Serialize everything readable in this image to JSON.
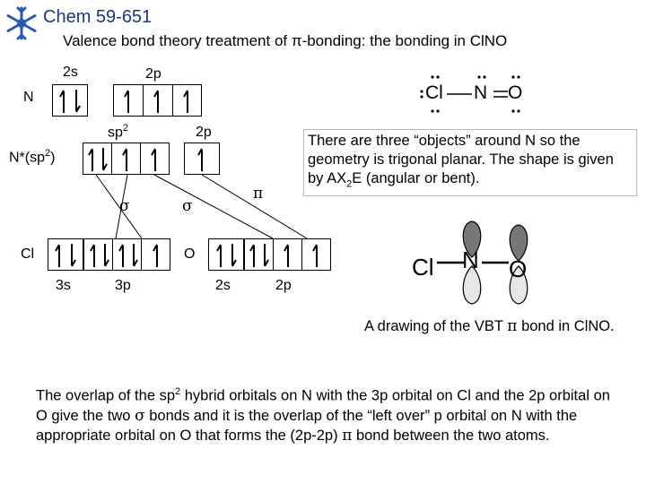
{
  "header": {
    "title": "Chem 59-651",
    "subtitle": "Valence bond theory treatment of π-bonding: the bonding in ClNO"
  },
  "diagram": {
    "n_label": "N",
    "n_2s_label": "2s",
    "n_2p_label": "2p",
    "nstar_label": "N*(sp",
    "nstar_sup": "2",
    "nstar_close": ")",
    "sp2_label": "sp",
    "sp2_sup": "2",
    "nstar_2p_label": "2p",
    "sigma1": "σ",
    "sigma2": "σ",
    "pi": "π",
    "cl_label": "Cl",
    "cl_3s_label": "3s",
    "cl_3p_label": "3p",
    "o_label": "O",
    "o_2s_label": "2s",
    "o_2p_label": "2p"
  },
  "molecule": {
    "atom_cl": "Cl",
    "atom_n": "N",
    "atom_o": "O"
  },
  "geometry_note": "There are three “objects” around N so the geometry is trigonal planar. The shape is given by AX2E (angular or bent).",
  "geometry_note_parts": {
    "pre": "There are three “objects” around N so the geometry is trigonal planar.  The shape is given by AX",
    "sub": "2",
    "post": "E (angular or bent)."
  },
  "drawing": {
    "atom_cl": "Cl",
    "atom_n": "N",
    "atom_o": "O",
    "caption_pre": "A drawing of the VBT ",
    "caption_pi": "π",
    "caption_post": " bond in ClNO."
  },
  "paragraph": {
    "part1": "The overlap of the sp",
    "sup": "2",
    "part2": " hybrid orbitals on N with the 3p orbital on Cl and the 2p orbital on O give the two ",
    "sigma": "σ",
    "part3": " bonds and it is the overlap of the “left over” p orbital on N with the appropriate orbital on O that forms the (2p-2p) ",
    "pi": "π",
    "part4": " bond between the two atoms."
  },
  "colors": {
    "title": "#1a3a7a",
    "logo": "#2a5bb0",
    "lobe_dark": "#777777",
    "lobe_light": "#e6e6e6"
  },
  "icons": {
    "logo": "snowflake-logo-icon"
  }
}
